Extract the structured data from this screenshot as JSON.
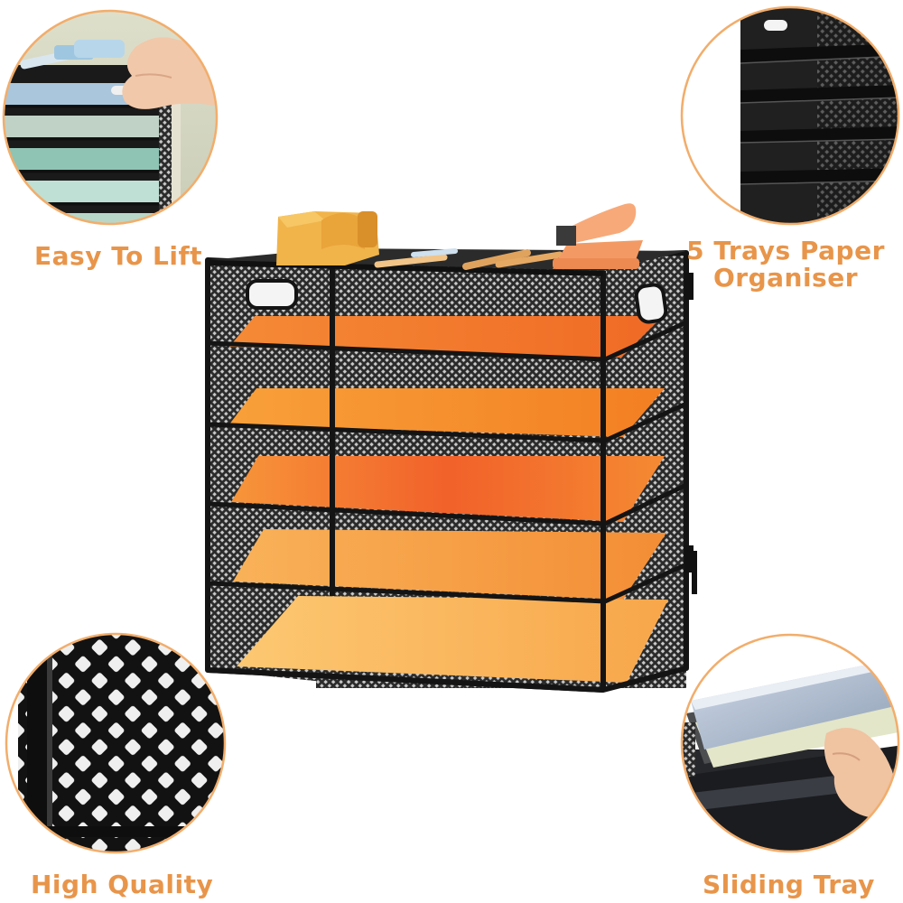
{
  "colors": {
    "accent": "#e8954a",
    "ring": "#f2ad6b",
    "frame": "#141414",
    "background": "#ffffff",
    "tray_sheets": [
      "#f07a2c",
      "#f48a2a",
      "#f4862e",
      "#f59a3c",
      "#f8b24a"
    ]
  },
  "features": {
    "easy_to_lift": "Easy To Lift",
    "trays_line1": "5 Trays Paper",
    "trays_line2": "Organiser",
    "high_quality": "High Quality",
    "sliding_tray": "Sliding Tray"
  },
  "product": {
    "tray_count": 5,
    "icons": [
      "tape-dispenser-icon",
      "stapler-icon",
      "pen-icon",
      "handle-slot-icon",
      "mesh-pattern-icon",
      "hand-icon"
    ]
  }
}
